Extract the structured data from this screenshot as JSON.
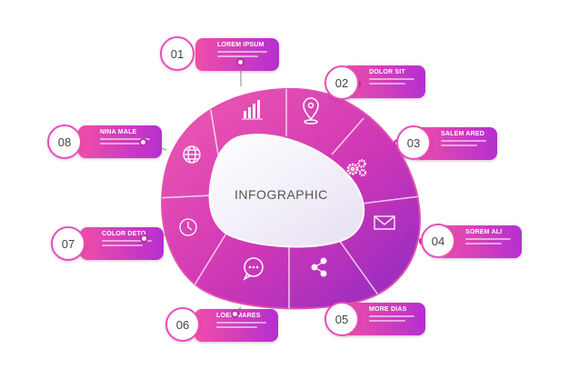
{
  "center": {
    "title": "INFOGRAPHIC"
  },
  "steps": [
    {
      "number": "01",
      "title": "LOREM IPSUM",
      "icon": "bar-chart-icon"
    },
    {
      "number": "02",
      "title": "DOLOR SIT",
      "icon": "map-pin-icon"
    },
    {
      "number": "03",
      "title": "SALEM ARED",
      "icon": "gears-icon"
    },
    {
      "number": "04",
      "title": "SOREM ALI",
      "icon": "envelope-icon"
    },
    {
      "number": "05",
      "title": "MORE DIAS",
      "icon": "share-icon"
    },
    {
      "number": "06",
      "title": "LOER MARES",
      "icon": "chat-bubble-icon"
    },
    {
      "number": "07",
      "title": "COLOR DETO",
      "icon": "clock-icon"
    },
    {
      "number": "08",
      "title": "NINA MALE",
      "icon": "globe-icon"
    }
  ],
  "colors": {
    "pink": "#f04ea8",
    "purple": "#9a2cc8",
    "magenta": "#d6339f"
  }
}
